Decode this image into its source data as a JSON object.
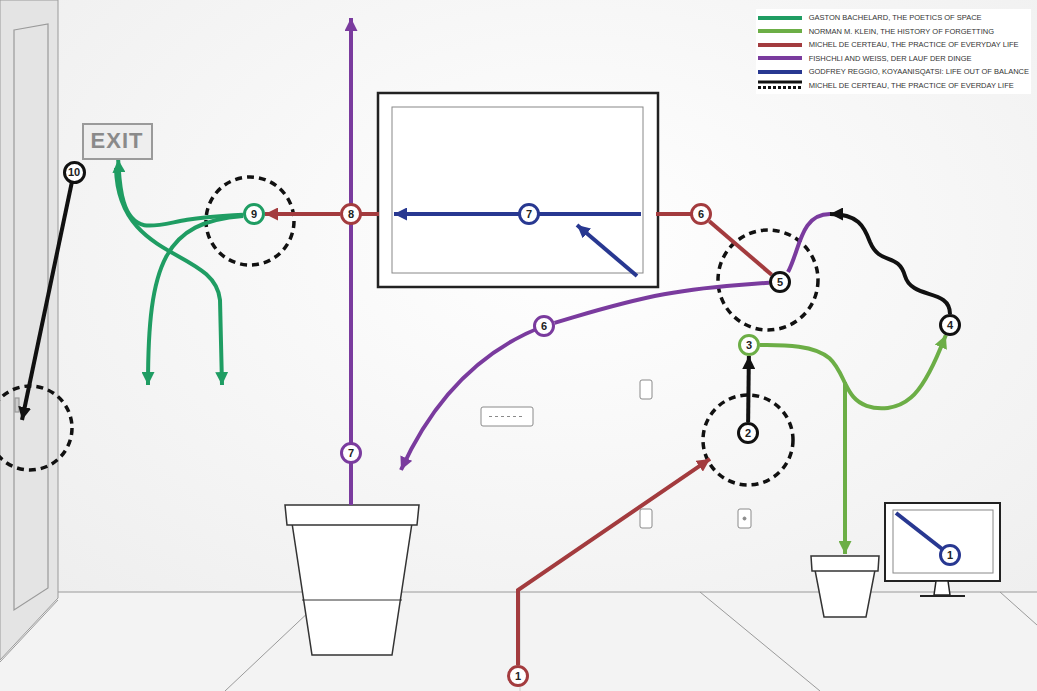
{
  "diagram": {
    "nodes": [
      {
        "text": [
          "EXIT"
        ]
      },
      {
        "text": [
          "10"
        ]
      },
      {
        "text": [
          "9"
        ]
      },
      {
        "text": [
          "8"
        ]
      },
      {
        "text": [
          "7"
        ]
      },
      {
        "text": [
          "6"
        ]
      },
      {
        "text": [
          "5"
        ]
      },
      {
        "text": [
          "6"
        ]
      },
      {
        "text": [
          "4"
        ]
      },
      {
        "text": [
          "3"
        ]
      },
      {
        "text": [
          "7"
        ]
      },
      {
        "text": [
          "2"
        ]
      },
      {
        "text": [
          "1"
        ]
      },
      {
        "text": [
          "1"
        ]
      }
    ],
    "edges": [
      {
        "from": 13,
        "to": 11,
        "arrow": "to"
      },
      {
        "from": 11,
        "to": 9,
        "arrow": "to"
      },
      {
        "from": 9,
        "to": 8,
        "arrow": "to"
      },
      {
        "from": 5,
        "to": 6,
        "arrow": "none"
      },
      {
        "from": 6,
        "to": 7,
        "arrow": "none"
      },
      {
        "from": 10,
        "to": 3,
        "arrow": "none"
      },
      {
        "from": 3,
        "to": 2,
        "arrow": "to"
      },
      {
        "from": 2,
        "to": 0,
        "arrow": "to"
      }
    ],
    "legend": [
      {
        "text": "GASTON BACHELARD, THE POETICS OF SPACE",
        "color": "#1f9d63"
      },
      {
        "text": "NORMAN M. KLEIN, THE HISTORY OF FORGETTING",
        "color": "#6cae46"
      },
      {
        "text": "MICHEL DE CERTEAU, THE PRACTICE OF EVERYDAY LIFE",
        "color": "#a33b3e"
      },
      {
        "text": "FISHCHLI AND WEISS, DER LAUF DER DINGE",
        "color": "#7a3b9e"
      },
      {
        "text": "GODFREY REGGIO, KOYAANISQATSI: LIFE OUT OF BALANCE",
        "color": "#283891"
      },
      {
        "text": "MICHEL DE CERTEAU, THE PRACTICE OF EVERDAY LIFE"
      }
    ]
  }
}
